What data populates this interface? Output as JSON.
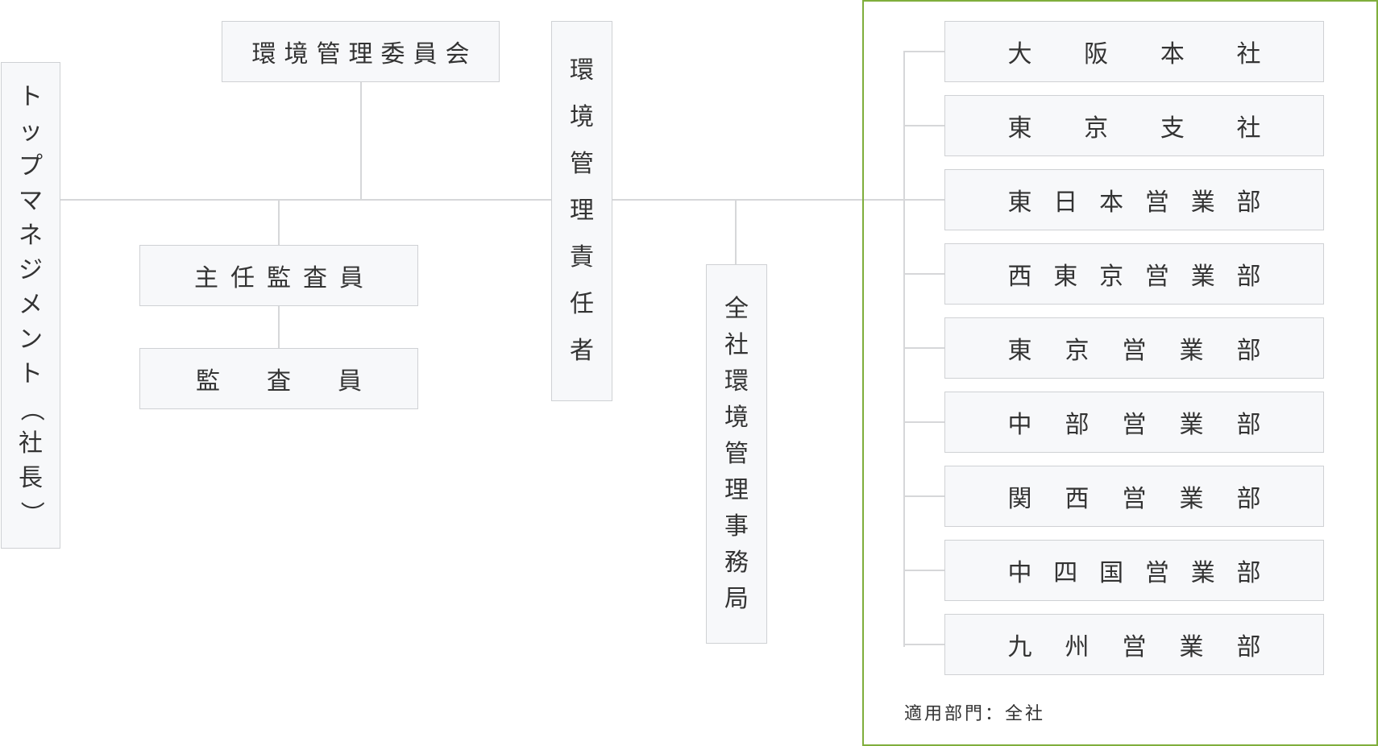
{
  "top_management": "トップマネジメント（社長）",
  "committee": "環境管理委員会",
  "chief_auditor": "主任監査員",
  "auditor": "監査員",
  "env_manager": "環境管理責任者",
  "secretariat": "全社環境管理事務局",
  "departments": [
    "大阪本社",
    "東京支社",
    "東日本営業部",
    "西東京営業部",
    "東京営業部",
    "中部営業部",
    "関西営業部",
    "中四国営業部",
    "九州営業部"
  ],
  "scope_note": "適用部門：全社",
  "colors": {
    "box_bg": "#f7f8fa",
    "box_border": "#cfd1d4",
    "connector": "#d6d7d9",
    "scope_frame": "#7fae3c",
    "text": "#333333"
  }
}
